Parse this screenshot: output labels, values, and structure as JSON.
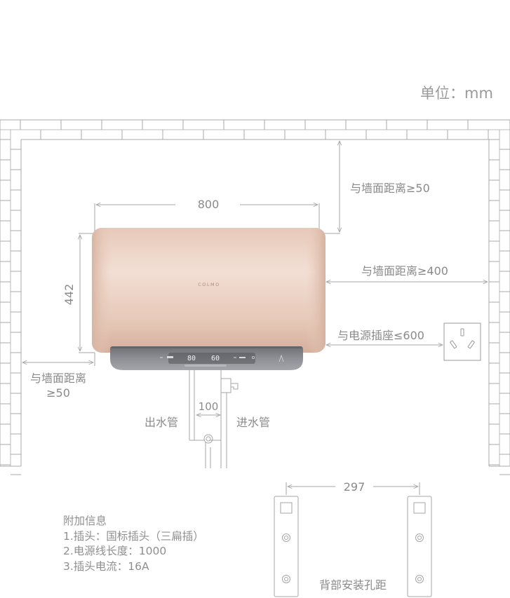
{
  "unit_label": "单位：mm",
  "dimensions": {
    "width": "800",
    "height": "442",
    "pipe_spacing": "100",
    "hole_spacing": "297"
  },
  "clearances": {
    "top_wall": "与墙面距离≥50",
    "right_wall": "与墙面距离≥400",
    "outlet": "与电源插座≤600",
    "left_wall_line1": "与墙面距离",
    "left_wall_line2": "≥50"
  },
  "pipes": {
    "outlet_pipe": "出水管",
    "inlet_pipe": "进水管"
  },
  "panel": {
    "brand": "COLMO",
    "temp_left": "80",
    "temp_right": "60"
  },
  "mounting_label": "背部安装孔距",
  "additional_info": {
    "title": "附加信息",
    "items": [
      "1.插头：国标插头（三扁插）",
      "2.电源线长度：1000",
      "3.插头电流：16A"
    ]
  },
  "colors": {
    "line": "#a6a6a6",
    "tank_light": "#f1ddd3",
    "tank_mid": "#e8cbbb",
    "tank_dark": "#d6b09f",
    "panel_gray": "#8a8b8f",
    "display_dark": "#4b4c50"
  }
}
